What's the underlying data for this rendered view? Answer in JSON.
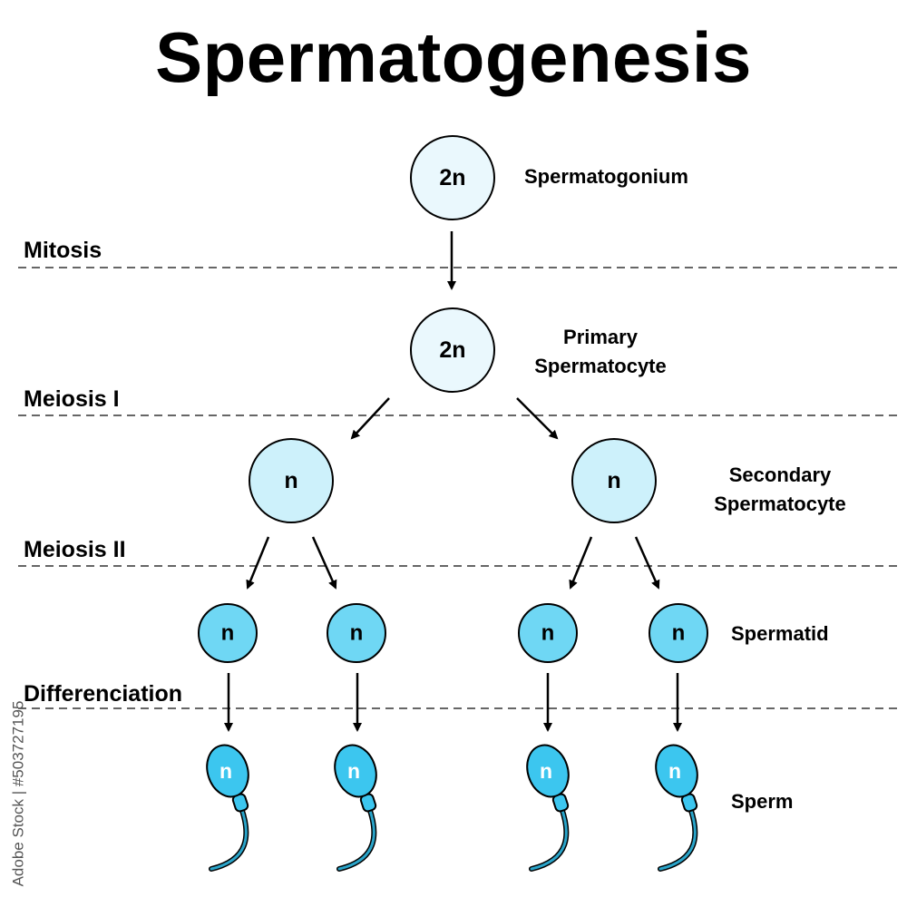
{
  "title": "Spermatogenesis",
  "stages": {
    "mitosis": "Mitosis",
    "meiosis_1": "Meiosis I",
    "meiosis_2": "Meiosis II",
    "differenciation": "Differenciation"
  },
  "cell_labels": {
    "spermatogonium": "Spermatogonium",
    "primary_line1": "Primary",
    "primary_line2": "Spermatocyte",
    "secondary_line1": "Secondary",
    "secondary_line2": "Spermatocyte",
    "spermatid": "Spermatid",
    "sperm": "Sperm"
  },
  "ploidy": {
    "spermatogonium": "2n",
    "primary": "2n",
    "secondary": "n",
    "spermatid": "n",
    "sperm": "n"
  },
  "watermark": "Adobe Stock | #503727195",
  "colors": {
    "spermatogonium_fill": "#eaf8fd",
    "primary_fill": "#eaf8fd",
    "secondary_fill": "#cdf1fb",
    "spermatid_fill": "#6fd7f4",
    "sperm_head": "#3cc6ef",
    "sperm_tail": "#2aa4c9",
    "stroke": "#000000",
    "dashed_line": "#333333"
  }
}
